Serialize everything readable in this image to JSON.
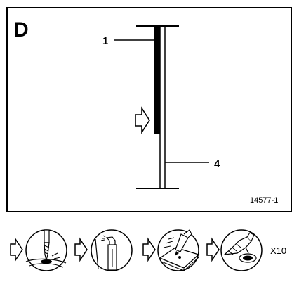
{
  "panel": {
    "letter": "D",
    "reference": "14577-1"
  },
  "callouts": [
    {
      "label": "1"
    },
    {
      "label": "4"
    }
  ],
  "steps": [
    {
      "icon": "drill-icon"
    },
    {
      "icon": "spray-can-icon"
    },
    {
      "icon": "applicator-icon"
    },
    {
      "icon": "polishing-icon"
    }
  ],
  "repeat_label": "X10"
}
